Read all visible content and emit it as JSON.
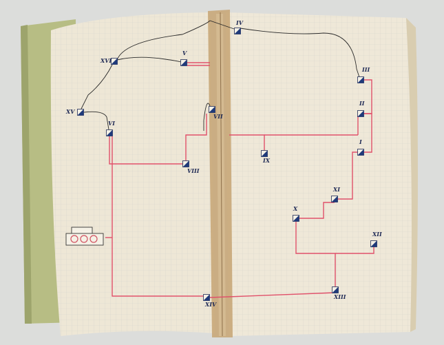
{
  "colors": {
    "background": "#dcdddb",
    "cover": "#b9bf86",
    "page": "#efe8d8",
    "grid": "#d8d6d0",
    "wire_red": "#e0506a",
    "wire_black": "#2a2a2a",
    "station_fill": "#1f3a7a",
    "label": "#1f2a55"
  },
  "diagram": {
    "nodes": [
      {
        "id": "I",
        "label": "I"
      },
      {
        "id": "II",
        "label": "II"
      },
      {
        "id": "III",
        "label": "III"
      },
      {
        "id": "IV",
        "label": "IV"
      },
      {
        "id": "V",
        "label": "V"
      },
      {
        "id": "VI",
        "label": "VI"
      },
      {
        "id": "VII",
        "label": "VII"
      },
      {
        "id": "VIII",
        "label": "VIII"
      },
      {
        "id": "IX",
        "label": "IX"
      },
      {
        "id": "X",
        "label": "X"
      },
      {
        "id": "XI",
        "label": "XI"
      },
      {
        "id": "XII",
        "label": "XII"
      },
      {
        "id": "XIII",
        "label": "XIII"
      },
      {
        "id": "XIV",
        "label": "XIV"
      },
      {
        "id": "XV",
        "label": "XV"
      },
      {
        "id": "XVI",
        "label": "XVI"
      }
    ],
    "device": {
      "name": "junction-box-three-coils"
    }
  }
}
